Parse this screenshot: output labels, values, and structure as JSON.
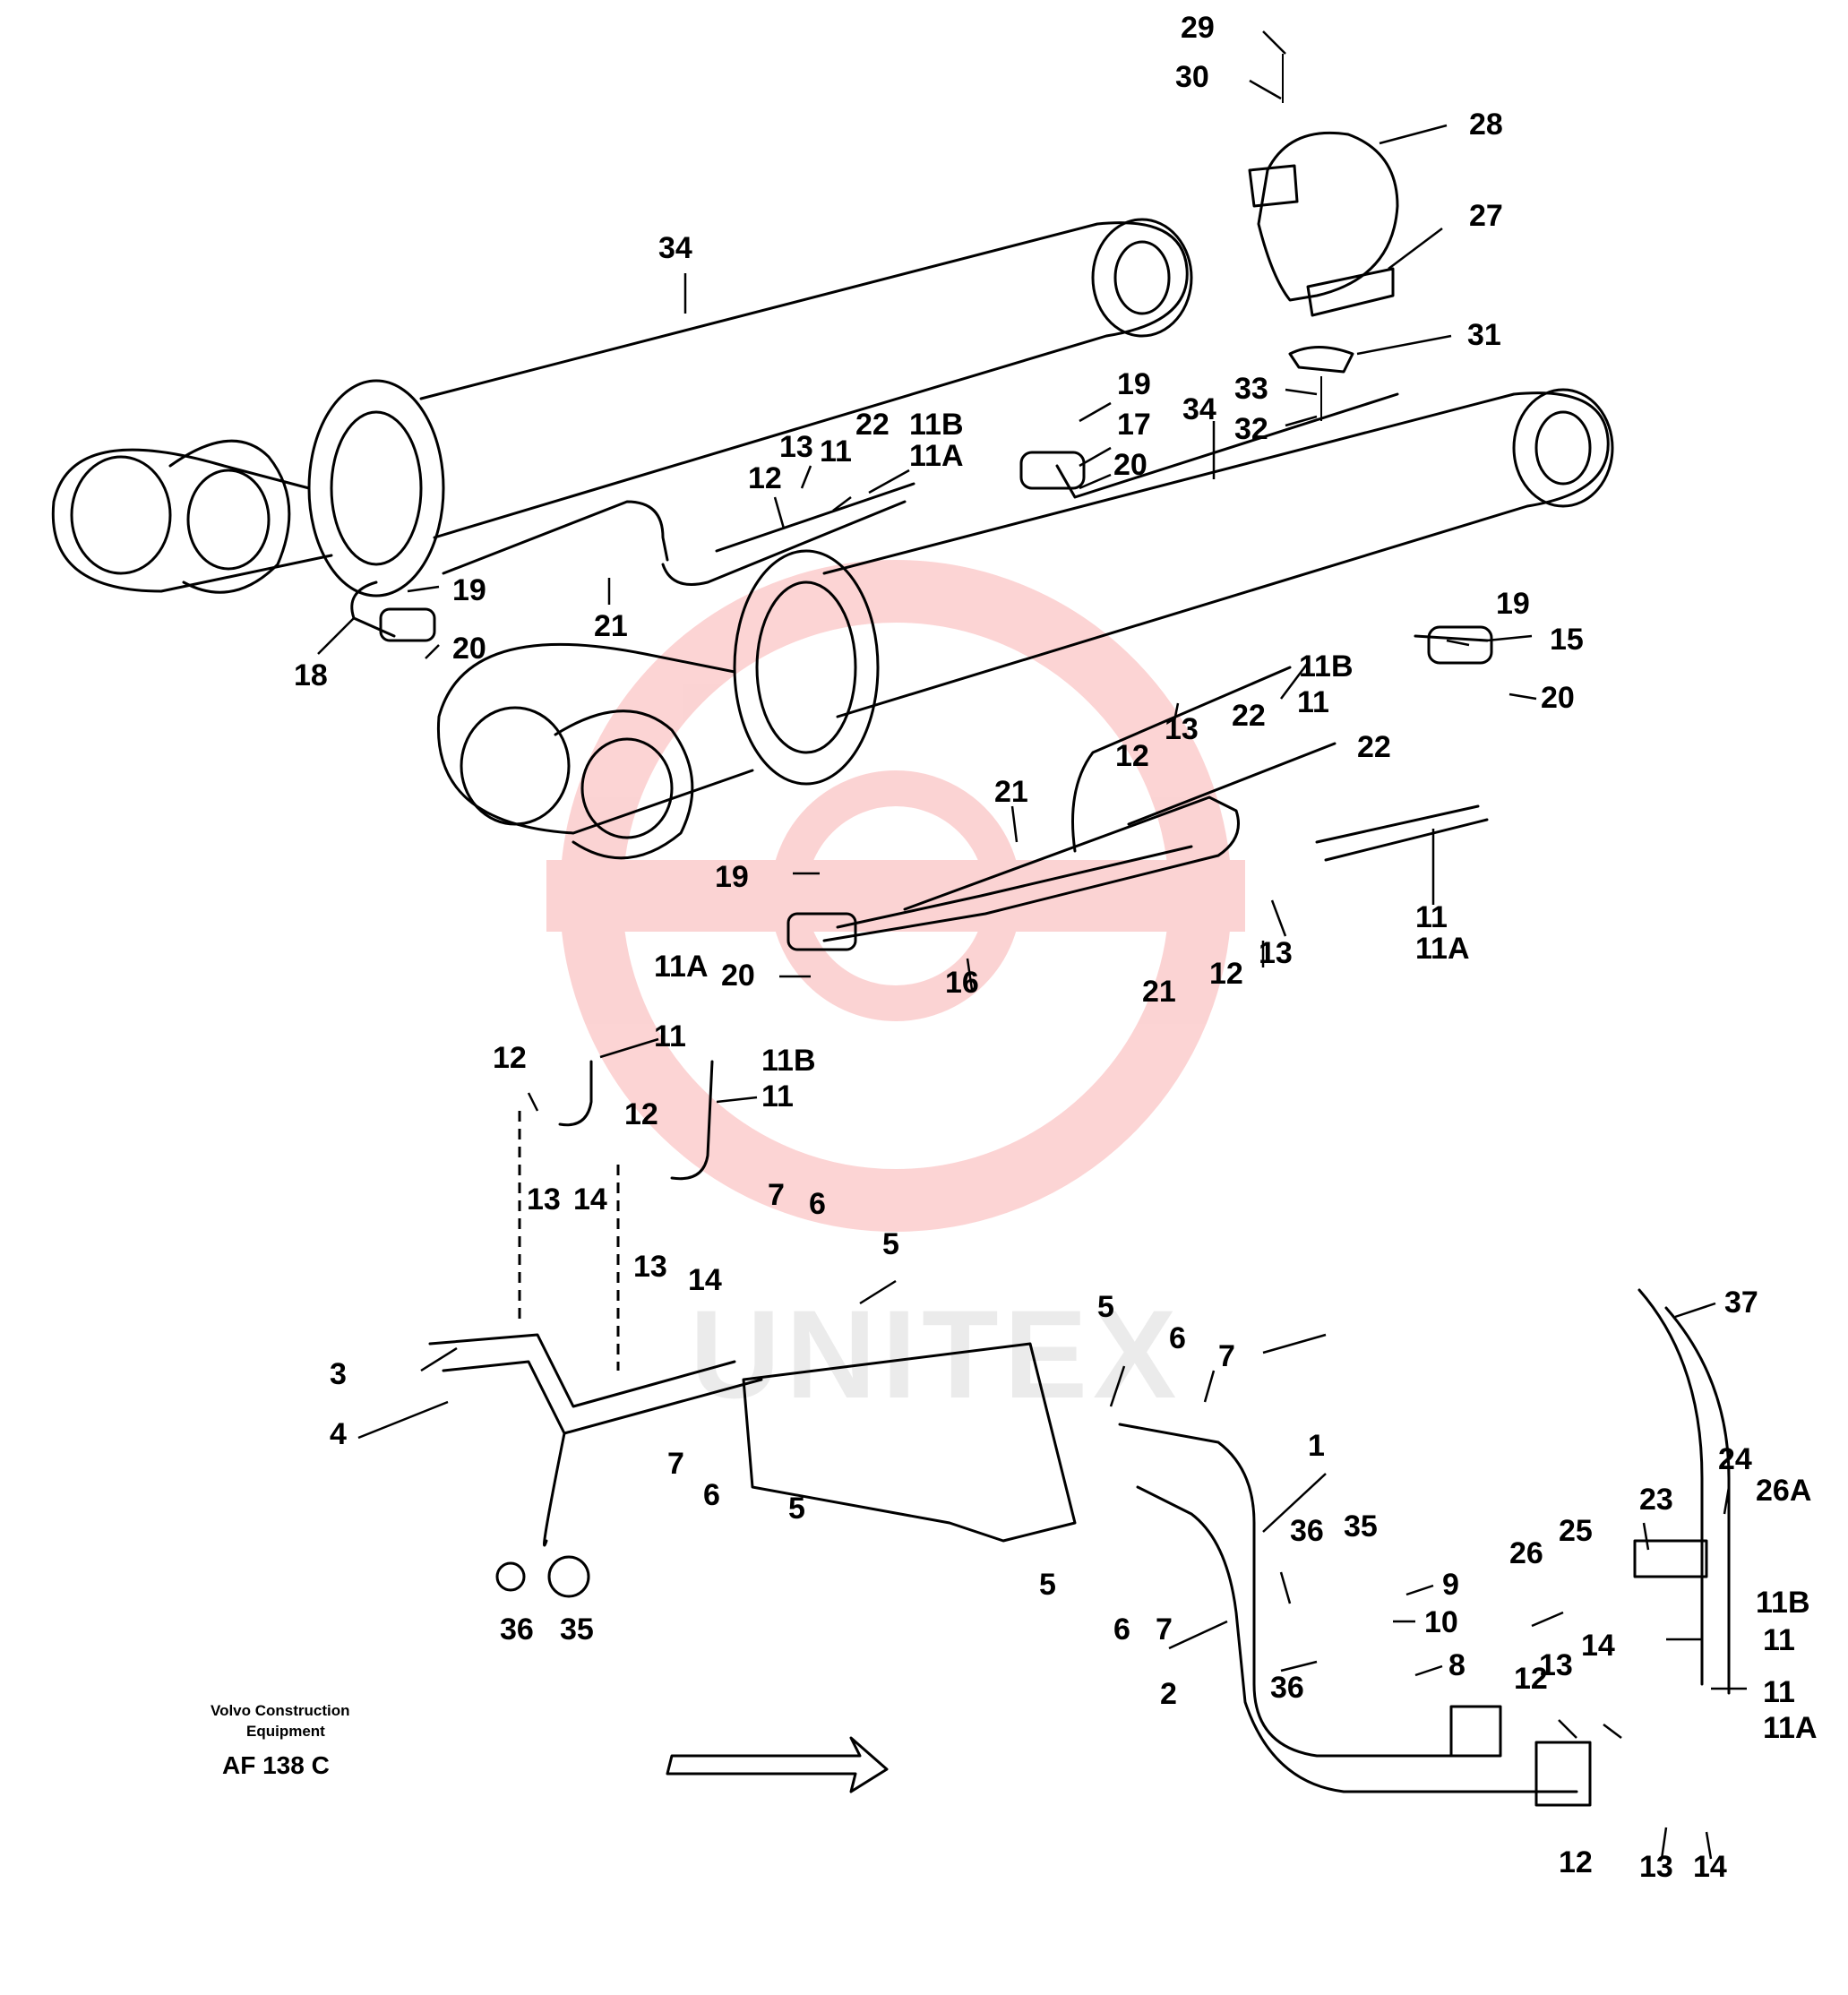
{
  "footer": {
    "brand_line1": "Volvo Construction",
    "brand_line2": "Equipment",
    "drawing_code": "AF 138 C"
  },
  "watermark": {
    "text": "UNITEX",
    "color": "#f03a3a"
  },
  "callouts": [
    {
      "id": "c1",
      "text": "29"
    },
    {
      "id": "c2",
      "text": "30"
    },
    {
      "id": "c3",
      "text": "28"
    },
    {
      "id": "c4",
      "text": "27"
    },
    {
      "id": "c5",
      "text": "31"
    },
    {
      "id": "c6",
      "text": "33"
    },
    {
      "id": "c7",
      "text": "32"
    },
    {
      "id": "c8",
      "text": "34"
    },
    {
      "id": "c9",
      "text": "34"
    },
    {
      "id": "c10",
      "text": "19"
    },
    {
      "id": "c11",
      "text": "17"
    },
    {
      "id": "c12",
      "text": "20"
    },
    {
      "id": "c13",
      "text": "22"
    },
    {
      "id": "c14",
      "text": "11B"
    },
    {
      "id": "c15",
      "text": "11A"
    },
    {
      "id": "c16",
      "text": "13"
    },
    {
      "id": "c17",
      "text": "11"
    },
    {
      "id": "c18",
      "text": "12"
    },
    {
      "id": "c19",
      "text": "19"
    },
    {
      "id": "c20",
      "text": "20"
    },
    {
      "id": "c21",
      "text": "18"
    },
    {
      "id": "c22",
      "text": "21"
    },
    {
      "id": "c23",
      "text": "19"
    },
    {
      "id": "c24",
      "text": "15"
    },
    {
      "id": "c25",
      "text": "20"
    },
    {
      "id": "c26",
      "text": "11B"
    },
    {
      "id": "c27",
      "text": "11"
    },
    {
      "id": "c28",
      "text": "13"
    },
    {
      "id": "c29",
      "text": "22"
    },
    {
      "id": "c30",
      "text": "12"
    },
    {
      "id": "c31",
      "text": "21"
    },
    {
      "id": "c32",
      "text": "22"
    },
    {
      "id": "c33",
      "text": "11"
    },
    {
      "id": "c34",
      "text": "11A"
    },
    {
      "id": "c35",
      "text": "19"
    },
    {
      "id": "c36",
      "text": "20"
    },
    {
      "id": "c37",
      "text": "16"
    },
    {
      "id": "c38",
      "text": "21"
    },
    {
      "id": "c39",
      "text": "12"
    },
    {
      "id": "c40",
      "text": "13"
    },
    {
      "id": "c41",
      "text": "11A"
    },
    {
      "id": "c42",
      "text": "11"
    },
    {
      "id": "c43",
      "text": "12"
    },
    {
      "id": "c44",
      "text": "11B"
    },
    {
      "id": "c45",
      "text": "11"
    },
    {
      "id": "c46",
      "text": "12"
    },
    {
      "id": "c47",
      "text": "13"
    },
    {
      "id": "c48",
      "text": "14"
    },
    {
      "id": "c49",
      "text": "13"
    },
    {
      "id": "c50",
      "text": "14"
    },
    {
      "id": "c51",
      "text": "7"
    },
    {
      "id": "c52",
      "text": "6"
    },
    {
      "id": "c53",
      "text": "5"
    },
    {
      "id": "c54",
      "text": "3"
    },
    {
      "id": "c55",
      "text": "4"
    },
    {
      "id": "c56",
      "text": "7"
    },
    {
      "id": "c57",
      "text": "6"
    },
    {
      "id": "c58",
      "text": "5"
    },
    {
      "id": "c59",
      "text": "5"
    },
    {
      "id": "c60",
      "text": "6"
    },
    {
      "id": "c61",
      "text": "7"
    },
    {
      "id": "c62",
      "text": "1"
    },
    {
      "id": "c63",
      "text": "36"
    },
    {
      "id": "c64",
      "text": "35"
    },
    {
      "id": "c65",
      "text": "5"
    },
    {
      "id": "c66",
      "text": "6"
    },
    {
      "id": "c67",
      "text": "7"
    },
    {
      "id": "c68",
      "text": "36"
    },
    {
      "id": "c69",
      "text": "35"
    },
    {
      "id": "c70",
      "text": "2"
    },
    {
      "id": "c71",
      "text": "36"
    },
    {
      "id": "c72",
      "text": "9"
    },
    {
      "id": "c73",
      "text": "10"
    },
    {
      "id": "c74",
      "text": "8"
    },
    {
      "id": "c75",
      "text": "37"
    },
    {
      "id": "c76",
      "text": "24"
    },
    {
      "id": "c77",
      "text": "23"
    },
    {
      "id": "c78",
      "text": "26A"
    },
    {
      "id": "c79",
      "text": "25"
    },
    {
      "id": "c80",
      "text": "26"
    },
    {
      "id": "c81",
      "text": "11B"
    },
    {
      "id": "c82",
      "text": "11"
    },
    {
      "id": "c83",
      "text": "13"
    },
    {
      "id": "c84",
      "text": "14"
    },
    {
      "id": "c85",
      "text": "12"
    },
    {
      "id": "c86",
      "text": "11"
    },
    {
      "id": "c87",
      "text": "11A"
    },
    {
      "id": "c88",
      "text": "12"
    },
    {
      "id": "c89",
      "text": "13"
    },
    {
      "id": "c90",
      "text": "14"
    }
  ]
}
